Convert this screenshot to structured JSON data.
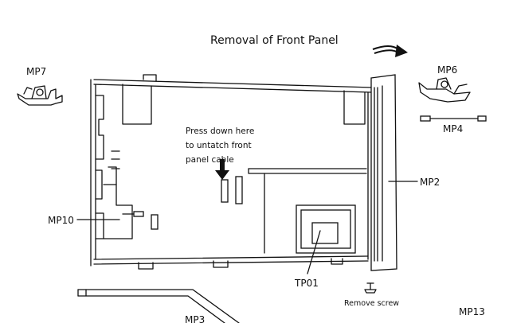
{
  "title": "Removal of Front Panel",
  "labels": {
    "mp7": "MP7",
    "mp6": "MP6",
    "mp4": "MP4",
    "mp2": "MP2",
    "mp10": "MP10",
    "tp01": "TP01",
    "mp13": "MP13",
    "mp3": "MP3"
  },
  "note_lines": [
    "Press down here",
    "to untatch front",
    "panel cable"
  ],
  "remove_screw": "Remove screw"
}
